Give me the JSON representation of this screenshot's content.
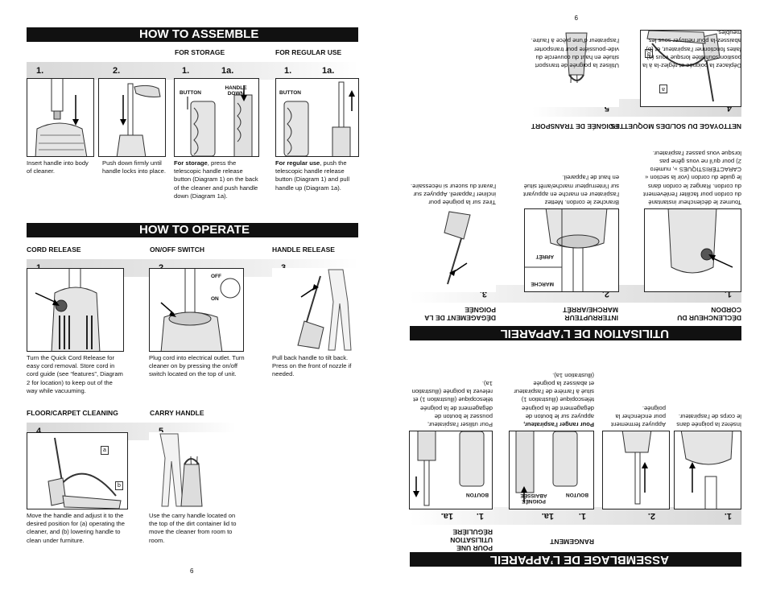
{
  "left_page": {
    "page_number": "6",
    "assemble": {
      "title": "HOW TO ASSEMBLE",
      "for_storage": "FOR STORAGE",
      "for_regular_use": "FOR REGULAR USE",
      "steps": [
        "1.",
        "2.",
        "1.",
        "1a.",
        "1.",
        "1a."
      ],
      "button_label": "BUTTON",
      "handle_down_label": "HANDLE DOWN",
      "cap1": "Insert handle into body of cleaner.",
      "cap2": "Push down firmly until handle locks into place.",
      "cap3_bold": "For storage",
      "cap3_rest": ", press the telescopic handle release button (Diagram 1) on the back of the cleaner and push handle down (Diagram 1a).",
      "cap4_bold": "For regular use",
      "cap4_rest": ", push the telescopic handle release button (Diagram 1) and pull handle up (Diagram 1a)."
    },
    "operate": {
      "title": "HOW TO OPERATE",
      "cord_release": "CORD RELEASE",
      "on_off": "ON/OFF SWITCH",
      "handle_release": "HANDLE RELEASE",
      "floor": "FLOOR/CARPET CLEANING",
      "carry": "CARRY HANDLE",
      "steps": [
        "1.",
        "2.",
        "3.",
        "4.",
        "5."
      ],
      "off_label": "OFF",
      "on_label": "ON",
      "tag_a": "a",
      "tag_b": "b",
      "cap1": "Turn the Quick Cord Release for easy cord removal. Store cord in cord guide (see “features”, Diagram 2 for location) to keep out of the way while vacuuming.",
      "cap2": "Plug cord into electrical outlet. Turn cleaner on by pressing the on/off switch located on the top of unit.",
      "cap3": "Pull back handle to tilt back. Press on the front of nozzle if needed.",
      "cap4": "Move the handle and adjust it to the desired position for (a) operating the cleaner, and (b) lowering handle to clean under furniture.",
      "cap5": "Use the carry handle located on the top of the dirt container lid to move the cleaner from room to room."
    }
  },
  "right_page": {
    "page_number": "9",
    "assemble": {
      "title": "ASSEMBLAGE DE L’APPAREIL",
      "rangement": "RANGEMENT",
      "utilisation": "POUR UNE UTILISATION RÉGULIÈRE",
      "steps": [
        "1.",
        "2.",
        "1.",
        "1a.",
        "1.",
        "1a."
      ],
      "bouton": "BOUTON",
      "poignee_abaissee": "POIGNÉE ABAISSÉE",
      "cap1": "Insérez la poignée dans le corps de l’aspirateur.",
      "cap2": "Appuyez fermement pour enclencher la poignée.",
      "cap3_bold": "Pour ranger l’aspirateur,",
      "cap3_rest": " appuyez sur le bouton de dégagement de la poignée télescopique (illustration 1) situé à l’arrière de l’aspirateur et abaissez la poignée (illustration 1a).",
      "cap4": "Pour utiliser l’aspirateur, poussez le bouton de dégagement de la poignée télescopique (illustration 1) et relevez la poignée (illustration 1a)."
    },
    "operate": {
      "title": "UTILISATION DE L’APPAREIL",
      "cordon": "DÉCLENCHEUR DU CORDON",
      "interrupteur": "INTERRUPTEUR MARCHE/ARRÊT",
      "poignee": "DÉGAGEMENT DE LA POIGNÉE",
      "nettoyage": "NETTOYAGE DU SOL/DES MOQUETTES",
      "transport": "POIGNÉE DE TRANSPORT",
      "steps": [
        "1.",
        "2.",
        "3.",
        "4.",
        "5."
      ],
      "marche": "MARCHE",
      "arret": "ARRÊT",
      "tag_a": "a",
      "tag_b": "b",
      "cap1": "Tournez le déclencheur instantané du cordon pour faciliter l’enlèvement du cordon. Rangez le cordon dans le guide du cordon (voir la section « CARACTÉRISTIQUES », numéro 2) pour qu’il ne vous gêne pas lorsque vous passez l’aspirateur.",
      "cap2": "Branchez le cordon. Mettez l’aspirateur en marche en appuyant sur l’interrupteur marche/arrêt situé en haut de l’appareil.",
      "cap3": "Tirez sur la poignée pour incliner l’appareil. Appuyez sur l’avant du suceur si nécessaire.",
      "cap4": "Déplacez la poignée et réglez-la à la position souhaitée lorsque vous (a) faites fonctionner l’aspirateur, et (b) abaissez-la pour nettoyer sous les meubles.",
      "cap5": "Utilisez la poignée de transport située en haut du couvercle du vide-poussière pour transporter l’aspirateur d’une pièce à l’autre."
    }
  }
}
